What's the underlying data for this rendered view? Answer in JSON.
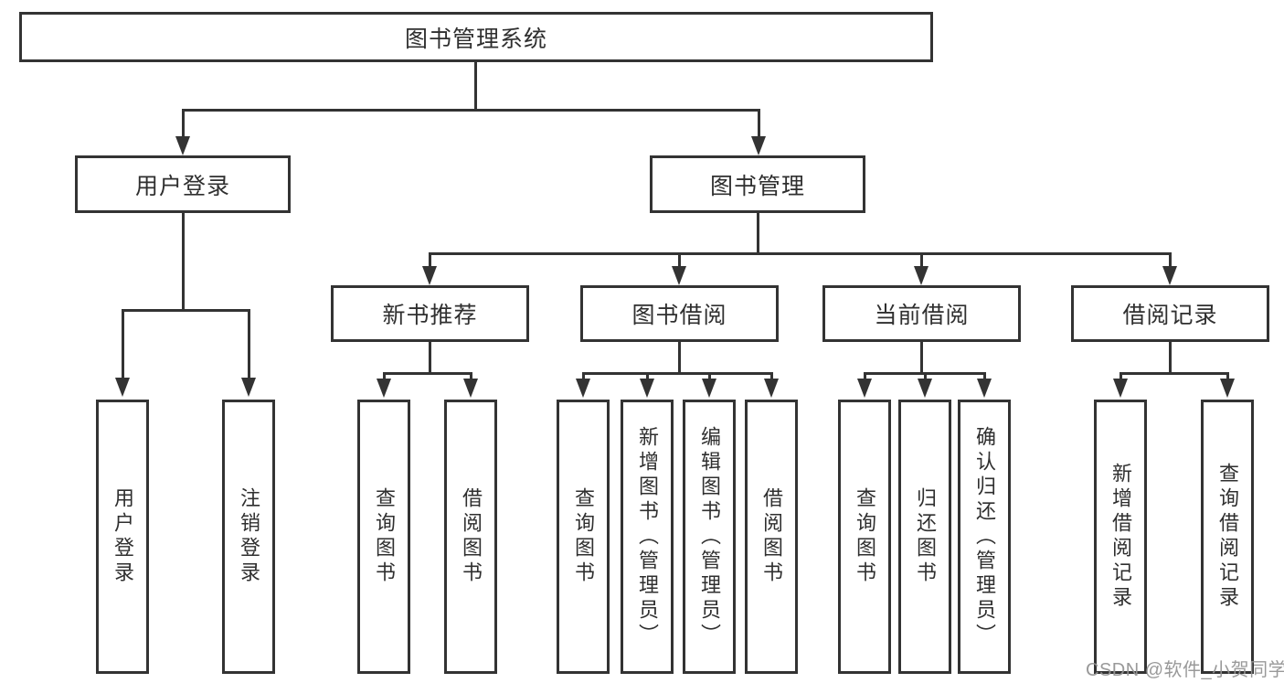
{
  "diagram": {
    "title": "图书管理系统",
    "root": {
      "label": "图书管理系统"
    },
    "level2": [
      {
        "label": "用户登录"
      },
      {
        "label": "图书管理"
      }
    ],
    "level3": [
      {
        "label": "新书推荐"
      },
      {
        "label": "图书借阅"
      },
      {
        "label": "当前借阅"
      },
      {
        "label": "借阅记录"
      }
    ],
    "leaf_groups": [
      {
        "parent": "用户登录",
        "items": [
          {
            "label": "用户登录"
          },
          {
            "label": "注销登录"
          }
        ]
      },
      {
        "parent": "新书推荐",
        "items": [
          {
            "label": "查询图书"
          },
          {
            "label": "借阅图书"
          }
        ]
      },
      {
        "parent": "图书借阅",
        "items": [
          {
            "label": "查询图书"
          },
          {
            "label": "新增图书（管理员）"
          },
          {
            "label": "编辑图书（管理员）"
          },
          {
            "label": "借阅图书"
          }
        ]
      },
      {
        "parent": "当前借阅",
        "items": [
          {
            "label": "查询图书"
          },
          {
            "label": "归还图书"
          },
          {
            "label": "确认归还（管理员）"
          }
        ]
      },
      {
        "parent": "借阅记录",
        "items": [
          {
            "label": "新增借阅记录"
          },
          {
            "label": "查询借阅记录"
          }
        ]
      }
    ]
  },
  "watermark": {
    "text": "CSDN @软件_小贺同学",
    "color": "#949494"
  },
  "colors": {
    "line": "#333333",
    "box_border": "#333333",
    "text": "#2f2f2f",
    "background": "#ffffff"
  }
}
